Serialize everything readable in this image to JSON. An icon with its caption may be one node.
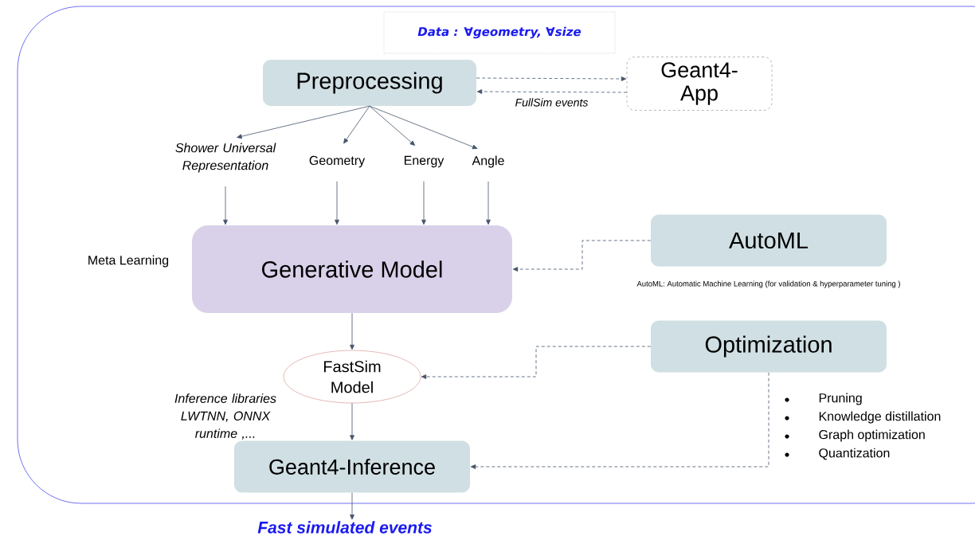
{
  "diagram": {
    "nodes": [
      {
        "text": [
          "Data : ∀geometry, ∀size"
        ]
      },
      {
        "text": [
          "Preprocessing"
        ]
      },
      {
        "text": [
          "Geant4- App"
        ]
      },
      {
        "text": [
          "Shower Universal Representation"
        ]
      },
      {
        "text": [
          "Geometry"
        ]
      },
      {
        "text": [
          "Energy"
        ]
      },
      {
        "text": [
          "Angle"
        ]
      },
      {
        "text": [
          "Generative Model"
        ]
      },
      {
        "text": [
          "AutoML"
        ],
        "beside": [
          "AutoML: Automatic Machine Learning (for validation & hyperparameter tuning )"
        ]
      },
      {
        "text": [
          "Optimization"
        ]
      },
      {
        "text": [
          "FastSim Model"
        ]
      },
      {
        "text": [
          "Geant4-Inference"
        ]
      },
      {
        "text": [
          "Fast simulated events"
        ]
      }
    ],
    "edges": [
      {
        "from": 1,
        "to": 2,
        "arrow": "to",
        "style": "dashed"
      },
      {
        "from": 2,
        "to": 1,
        "arrow": "to",
        "style": "dashed",
        "label": "FullSim events"
      },
      {
        "from": 1,
        "to": 3,
        "arrow": "to"
      },
      {
        "from": 1,
        "to": 4,
        "arrow": "to"
      },
      {
        "from": 1,
        "to": 5,
        "arrow": "to"
      },
      {
        "from": 1,
        "to": 6,
        "arrow": "to"
      },
      {
        "from": 3,
        "to": 7,
        "arrow": "to"
      },
      {
        "from": 4,
        "to": 7,
        "arrow": "to"
      },
      {
        "from": 5,
        "to": 7,
        "arrow": "to"
      },
      {
        "from": 6,
        "to": 7,
        "arrow": "to"
      },
      {
        "from": 8,
        "to": 7,
        "arrow": "to",
        "style": "dashed"
      },
      {
        "from": 7,
        "to": 10,
        "arrow": "to"
      },
      {
        "from": 9,
        "to": 10,
        "arrow": "to",
        "style": "dashed"
      },
      {
        "from": 10,
        "to": 11,
        "arrow": "to"
      },
      {
        "from": 9,
        "to": 11,
        "arrow": "to",
        "style": "dashed"
      },
      {
        "from": 11,
        "to": 12,
        "arrow": "to"
      }
    ],
    "labels": [
      "Meta Learning",
      "Inference libraries LWTNN, ONNX runtime ,...",
      "Pruning",
      "Knowledge distillation",
      "Graph optimization",
      "Quantization"
    ]
  }
}
